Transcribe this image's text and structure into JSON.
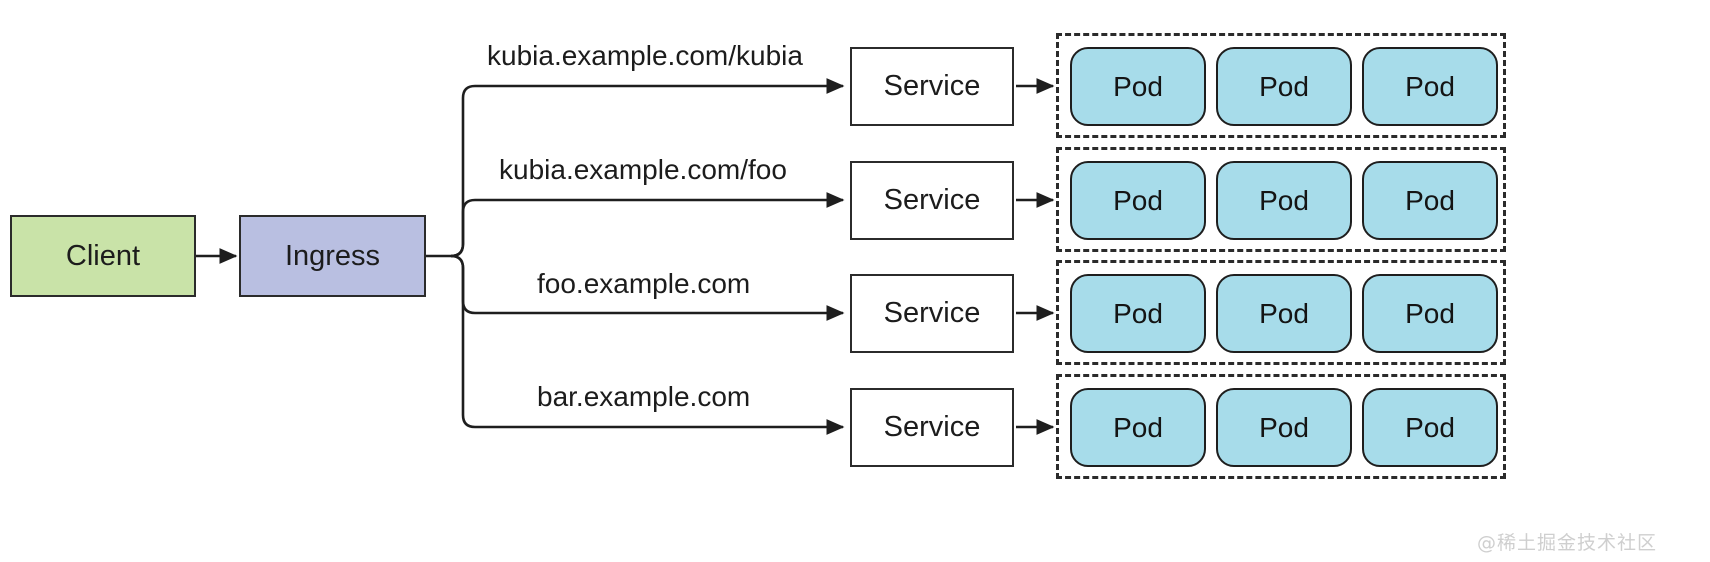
{
  "diagram": {
    "title": "Kubernetes Ingress routing to multiple Services and Pods",
    "colors": {
      "client_fill": "#c9e3a8",
      "ingress_fill": "#b9bfe1",
      "pod_fill": "#a7dcea",
      "service_fill": "#ffffff",
      "stroke": "#2b2b2b",
      "watermark": "#cfcfcf"
    },
    "client": {
      "label": "Client"
    },
    "ingress": {
      "label": "Ingress"
    },
    "routes": [
      {
        "rule": "kubia.example.com/kubia",
        "service": {
          "label": "Service"
        },
        "pods": [
          {
            "label": "Pod"
          },
          {
            "label": "Pod"
          },
          {
            "label": "Pod"
          }
        ]
      },
      {
        "rule": "kubia.example.com/foo",
        "service": {
          "label": "Service"
        },
        "pods": [
          {
            "label": "Pod"
          },
          {
            "label": "Pod"
          },
          {
            "label": "Pod"
          }
        ]
      },
      {
        "rule": "foo.example.com",
        "service": {
          "label": "Service"
        },
        "pods": [
          {
            "label": "Pod"
          },
          {
            "label": "Pod"
          },
          {
            "label": "Pod"
          }
        ]
      },
      {
        "rule": "bar.example.com",
        "service": {
          "label": "Service"
        },
        "pods": [
          {
            "label": "Pod"
          },
          {
            "label": "Pod"
          },
          {
            "label": "Pod"
          }
        ]
      }
    ],
    "watermark": "@稀土掘金技术社区"
  }
}
